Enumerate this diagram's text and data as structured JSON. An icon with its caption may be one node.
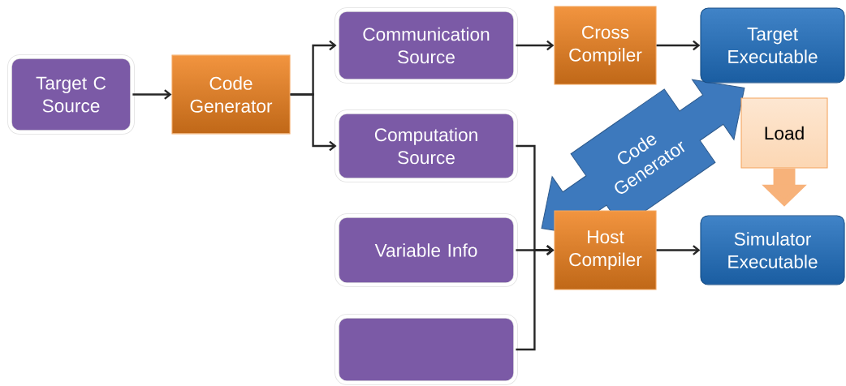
{
  "diagram": {
    "nodes": [
      {
        "text": [
          "Target C Source"
        ]
      },
      {
        "text": [
          "Code Generator"
        ]
      },
      {
        "text": [
          "Communication Source"
        ]
      },
      {
        "text": [
          "Cross Compiler"
        ]
      },
      {
        "text": [
          "Target Executable"
        ]
      },
      {
        "text": [
          "Computation Source"
        ]
      },
      {
        "text": [
          "Variable Info"
        ]
      },
      {
        "text": [],
        "shape": "box"
      },
      {
        "text": [
          "Host Compiler"
        ]
      },
      {
        "text": [
          "Simulator Executable"
        ]
      },
      {
        "text": [
          "Load"
        ]
      },
      {
        "text": [
          "Code Generator"
        ]
      }
    ],
    "edges": [
      {
        "from": 0,
        "to": 1,
        "arrow": "to"
      },
      {
        "from": 1,
        "to": 2,
        "arrow": "to"
      },
      {
        "from": 1,
        "to": 5,
        "arrow": "to"
      },
      {
        "from": 2,
        "to": 3,
        "arrow": "to"
      },
      {
        "from": 3,
        "to": 4,
        "arrow": "to"
      },
      {
        "from": 5,
        "to": 8,
        "arrow": "to"
      },
      {
        "from": 6,
        "to": 8,
        "arrow": "to"
      },
      {
        "from": 7,
        "to": 8,
        "arrow": "to"
      },
      {
        "from": 8,
        "to": 9,
        "arrow": "to"
      },
      {
        "from": 10,
        "to": 9,
        "arrow": "to",
        "style": "thick",
        "color": "#f7b27a"
      }
    ]
  }
}
